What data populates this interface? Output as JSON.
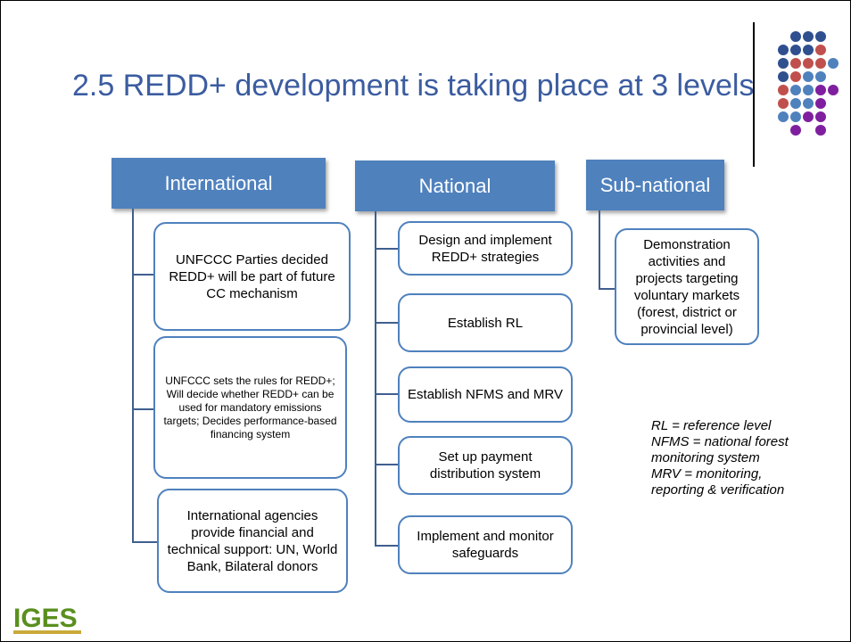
{
  "slide": {
    "title": "2.5 REDD+ development is taking place at 3 levels"
  },
  "decoration": {
    "dot_colors": {
      "navy": "#2f4f8f",
      "red": "#c0504d",
      "blue": "#4f81bd",
      "purple": "#7f1f9f"
    }
  },
  "columns": [
    {
      "header": "International",
      "items": [
        "UNFCCC Parties decided REDD+ will be part of future CC mechanism",
        "UNFCCC sets the rules for REDD+; Will decide whether REDD+ can be used for mandatory emissions targets; Decides performance-based financing system",
        "International agencies provide financial and technical support: UN, World Bank, Bilateral donors"
      ]
    },
    {
      "header": "National",
      "items": [
        "Design and implement REDD+ strategies",
        "Establish RL",
        "Establish NFMS and MRV",
        "Set up payment distribution system",
        "Implement and monitor safeguards"
      ]
    },
    {
      "header": "Sub-national",
      "items": [
        "Demonstration activities and projects targeting voluntary markets (forest, district or provincial level)"
      ]
    }
  ],
  "notes": [
    "RL = reference level",
    "NFMS = national forest monitoring system",
    "MRV = monitoring, reporting & verification"
  ],
  "logo": {
    "text": "IGES",
    "color": "#5a8f1f"
  }
}
